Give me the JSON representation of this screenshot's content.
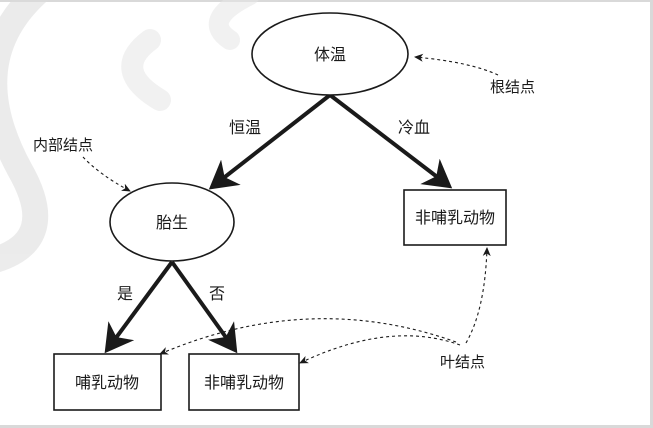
{
  "nodes": {
    "root": "体温",
    "internal": "胎生",
    "leaf_nonmammal_right": "非哺乳动物",
    "leaf_mammal": "哺乳动物",
    "leaf_nonmammal_bottom": "非哺乳动物"
  },
  "edges": {
    "warm": "恒温",
    "cold": "冷血",
    "yes": "是",
    "no": "否"
  },
  "annotations": {
    "root_node": "根结点",
    "internal_node": "内部结点",
    "leaf_node": "叶结点"
  },
  "colors": {
    "ink": "#1a1a1a",
    "node_fill": "#ffffff",
    "frame": "#d9d9d9",
    "watermark": "#dcdcdc"
  }
}
